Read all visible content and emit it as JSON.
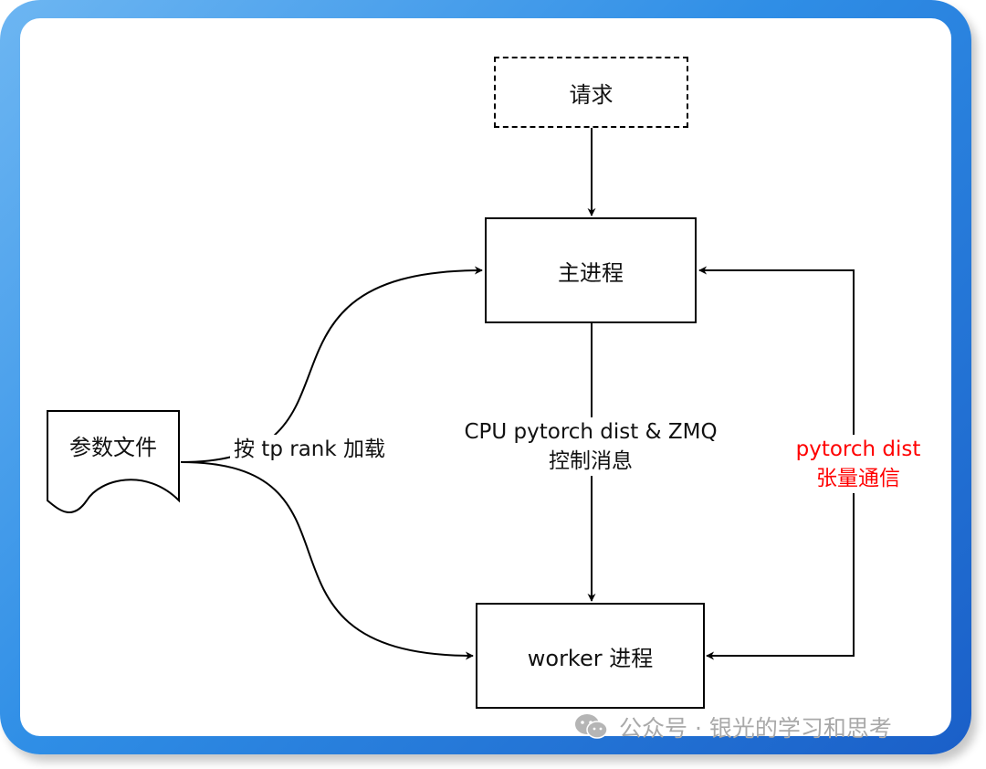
{
  "nodes": {
    "request": "请求",
    "main_process": "主进程",
    "worker_process": "worker 进程",
    "param_file": "参数文件"
  },
  "edge_labels": {
    "load_by_tp_rank": "按 tp rank 加载",
    "control_line1": "CPU pytorch dist & ZMQ",
    "control_line2": "控制消息",
    "tensor_line1": "pytorch dist",
    "tensor_line2": "张量通信"
  },
  "watermark": {
    "text": "公众号 · 银光的学习和思考",
    "icon": "wechat-icon"
  },
  "colors": {
    "frame_light": "#6db6f2",
    "frame_dark": "#1a5fc8",
    "tensor_label": "#ff0000",
    "watermark": "#a9a9a9"
  }
}
